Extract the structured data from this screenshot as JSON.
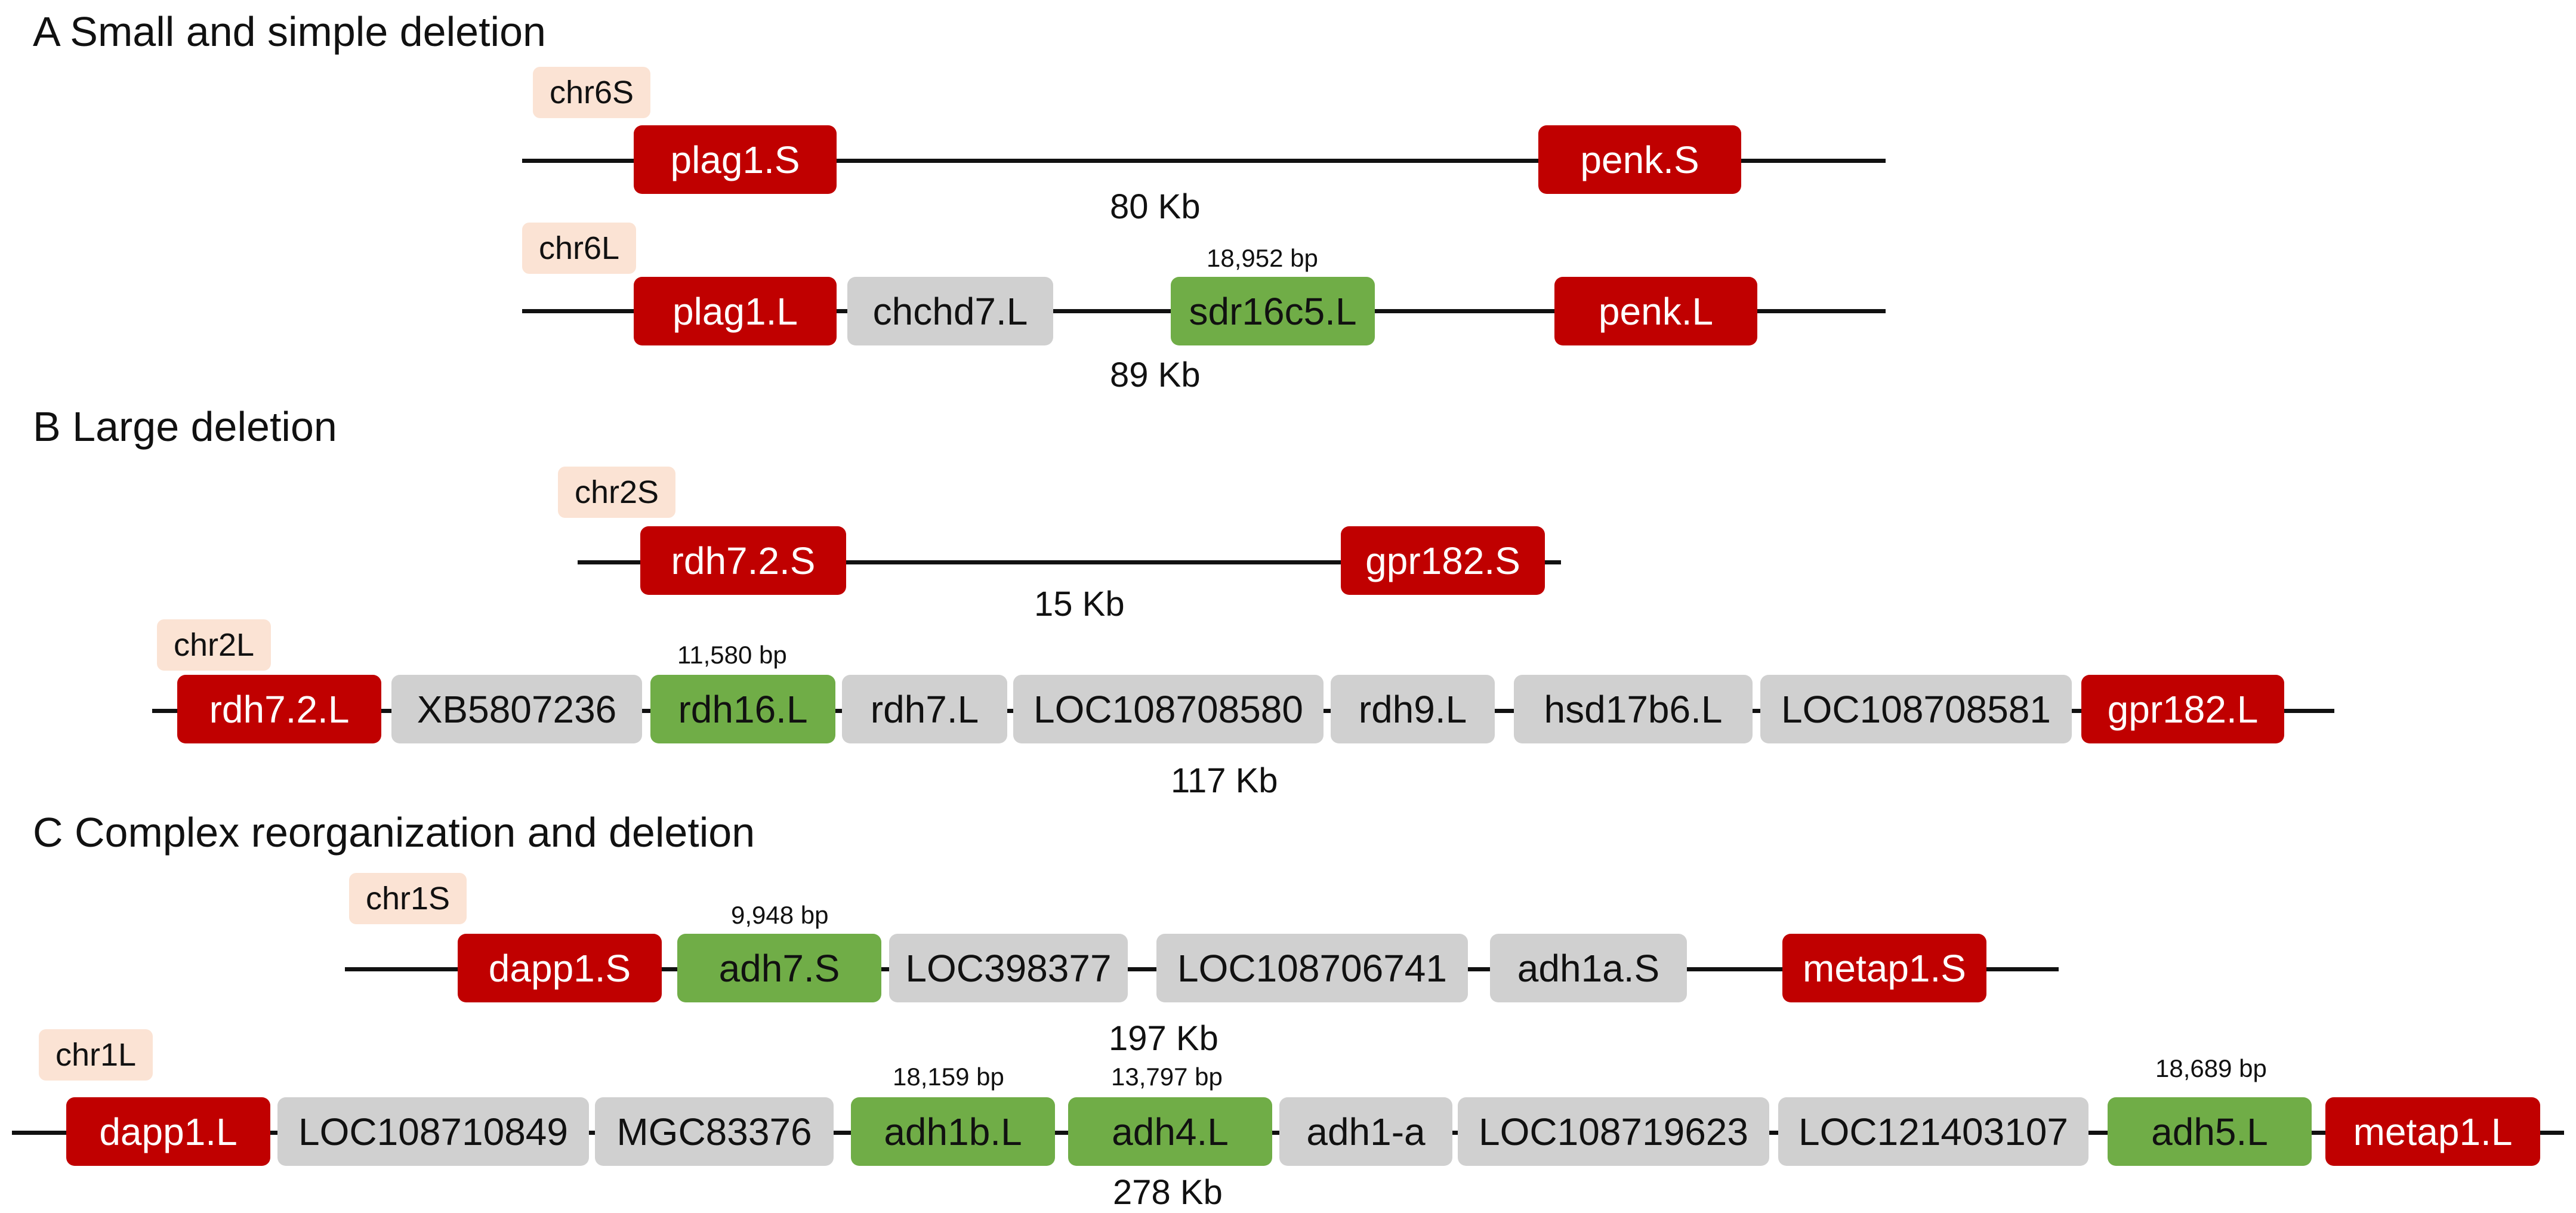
{
  "sections": {
    "a": {
      "title": "A Small and simple deletion",
      "row_s": {
        "chr": "chr6S",
        "genes": [
          "plag1.S",
          "penk.S"
        ],
        "span": "80 Kb"
      },
      "row_l": {
        "chr": "chr6L",
        "genes": [
          "plag1.L",
          "chchd7.L",
          "sdr16c5.L",
          "penk.L"
        ],
        "bp": [
          "18,952 bp"
        ],
        "span": "89 Kb"
      }
    },
    "b": {
      "title": "B Large deletion",
      "row_s": {
        "chr": "chr2S",
        "genes": [
          "rdh7.2.S",
          "gpr182.S"
        ],
        "span": "15 Kb"
      },
      "row_l": {
        "chr": "chr2L",
        "genes": [
          "rdh7.2.L",
          "XB5807236",
          "rdh16.L",
          "rdh7.L",
          "LOC108708580",
          "rdh9.L",
          "hsd17b6.L",
          "LOC108708581",
          "gpr182.L"
        ],
        "bp": [
          "11,580 bp"
        ],
        "span": "117 Kb"
      }
    },
    "c": {
      "title": "C Complex reorganization and deletion",
      "row_s": {
        "chr": "chr1S",
        "genes": [
          "dapp1.S",
          "adh7.S",
          "LOC398377",
          "LOC108706741",
          "adh1a.S",
          "metap1.S"
        ],
        "bp": [
          "9,948 bp"
        ],
        "span": "197 Kb"
      },
      "row_l": {
        "chr": "chr1L",
        "genes": [
          "dapp1.L",
          "LOC108710849",
          "MGC83376",
          "adh1b.L",
          "adh4.L",
          "adh1-a",
          "LOC108719623",
          "LOC121403107",
          "adh5.L",
          "metap1.L"
        ],
        "bp": [
          "18,159  bp",
          "13,797 bp",
          "18,689 bp"
        ],
        "span": "278 Kb"
      }
    }
  },
  "legend_colors": {
    "flanking_gene": "#c00000",
    "deleted_target_gene": "#70ad47",
    "other_gene": "#d0d0d0",
    "chromosome_label": "#fbe3d4"
  }
}
